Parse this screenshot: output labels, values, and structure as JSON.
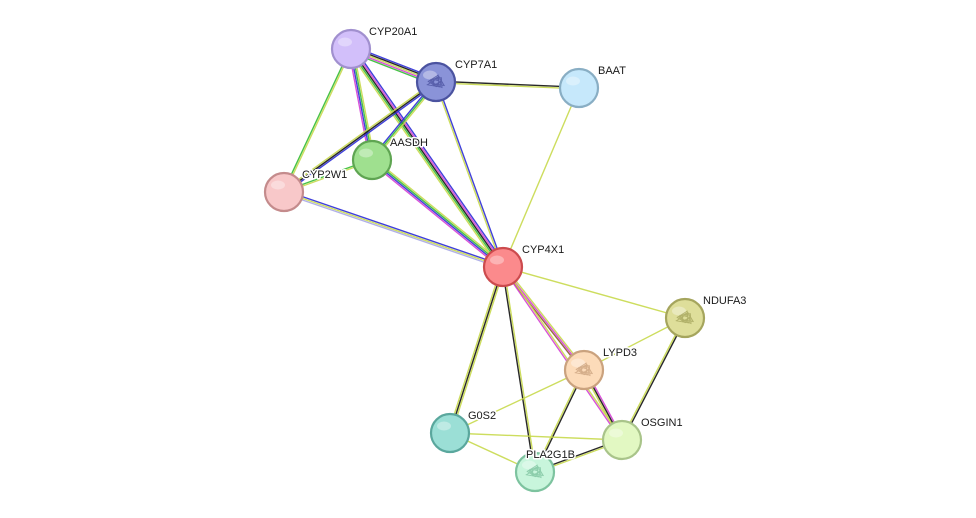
{
  "nodes": [
    {
      "id": "CYP20A1",
      "label": "CYP20A1",
      "color": "#d2bffa",
      "stroke": "#a190cf",
      "glyph": ""
    },
    {
      "id": "CYP7A1",
      "label": "CYP7A1",
      "color": "#8a93d8",
      "stroke": "#4b53a0",
      "glyph": "protein-structure-icon"
    },
    {
      "id": "BAAT",
      "label": "BAAT",
      "color": "#c6e8fb",
      "stroke": "#89aec4",
      "glyph": ""
    },
    {
      "id": "AASDH",
      "label": "AASDH",
      "color": "#9fe08f",
      "stroke": "#5fa552",
      "glyph": ""
    },
    {
      "id": "CYP2W1",
      "label": "CYP2W1",
      "color": "#f8c8c9",
      "stroke": "#c48b8c",
      "glyph": ""
    },
    {
      "id": "CYP4X1",
      "label": "CYP4X1",
      "color": "#fb8a8c",
      "stroke": "#cc4b4e",
      "glyph": ""
    },
    {
      "id": "NDUFA3",
      "label": "NDUFA3",
      "color": "#dede9a",
      "stroke": "#a5a55d",
      "glyph": "protein-structure-icon"
    },
    {
      "id": "LYPD3",
      "label": "LYPD3",
      "color": "#fcdbb9",
      "stroke": "#caa27e",
      "glyph": "protein-structure-icon"
    },
    {
      "id": "G0S2",
      "label": "G0S2",
      "color": "#9bdfd6",
      "stroke": "#5aa79d",
      "glyph": ""
    },
    {
      "id": "OSGIN1",
      "label": "OSGIN1",
      "color": "#e2f8c2",
      "stroke": "#a9c48a",
      "glyph": ""
    },
    {
      "id": "PLA2G1B",
      "label": "PLA2G1B",
      "color": "#c8f5dc",
      "stroke": "#7dc39f",
      "glyph": "protein-structure-icon"
    }
  ],
  "edges": [
    {
      "a": "CYP20A1",
      "b": "CYP7A1",
      "colors": [
        "#2b2bd6",
        "#111111",
        "#c8d94c",
        "#d43fd4",
        "#33bb33"
      ]
    },
    {
      "a": "CYP20A1",
      "b": "AASDH",
      "colors": [
        "#c8d94c",
        "#33bb33",
        "#2b2bd6",
        "#d43fd4"
      ]
    },
    {
      "a": "CYP20A1",
      "b": "CYP4X1",
      "colors": [
        "#2b2bd6",
        "#d43fd4",
        "#111111",
        "#33bb33",
        "#c8d94c"
      ]
    },
    {
      "a": "CYP20A1",
      "b": "CYP2W1",
      "colors": [
        "#c8d94c",
        "#33bb33"
      ]
    },
    {
      "a": "CYP7A1",
      "b": "BAAT",
      "colors": [
        "#111111",
        "#c8d94c"
      ]
    },
    {
      "a": "CYP7A1",
      "b": "AASDH",
      "colors": [
        "#c8d94c",
        "#33bb33",
        "#2b2bd6"
      ]
    },
    {
      "a": "CYP7A1",
      "b": "CYP2W1",
      "colors": [
        "#2b2bd6",
        "#111111",
        "#c8d94c"
      ]
    },
    {
      "a": "CYP7A1",
      "b": "CYP4X1",
      "colors": [
        "#2b2bd6",
        "#c8d94c"
      ]
    },
    {
      "a": "BAAT",
      "b": "CYP4X1",
      "colors": [
        "#c8d94c"
      ]
    },
    {
      "a": "AASDH",
      "b": "CYP2W1",
      "colors": [
        "#c8d94c",
        "#33bb33"
      ]
    },
    {
      "a": "AASDH",
      "b": "CYP4X1",
      "colors": [
        "#c8d94c",
        "#33bb33",
        "#2b2bd6",
        "#d43fd4"
      ]
    },
    {
      "a": "CYP2W1",
      "b": "CYP4X1",
      "colors": [
        "#2b2bd6",
        "#c8d94c",
        "#a8a8e6"
      ]
    },
    {
      "a": "CYP4X1",
      "b": "NDUFA3",
      "colors": [
        "#c8d94c"
      ]
    },
    {
      "a": "CYP4X1",
      "b": "LYPD3",
      "colors": [
        "#c8d94c",
        "#d43fd4",
        "#8a5a2a"
      ]
    },
    {
      "a": "CYP4X1",
      "b": "G0S2",
      "colors": [
        "#c8d94c",
        "#111111",
        "#c8d94c"
      ]
    },
    {
      "a": "CYP4X1",
      "b": "PLA2G1B",
      "colors": [
        "#c8d94c",
        "#111111"
      ]
    },
    {
      "a": "CYP4X1",
      "b": "OSGIN1",
      "colors": [
        "#c8d94c",
        "#d43fd4"
      ]
    },
    {
      "a": "NDUFA3",
      "b": "LYPD3",
      "colors": [
        "#c8d94c"
      ]
    },
    {
      "a": "NDUFA3",
      "b": "OSGIN1",
      "colors": [
        "#111111",
        "#c8d94c"
      ]
    },
    {
      "a": "LYPD3",
      "b": "G0S2",
      "colors": [
        "#c8d94c"
      ]
    },
    {
      "a": "LYPD3",
      "b": "PLA2G1B",
      "colors": [
        "#111111",
        "#c8d94c"
      ]
    },
    {
      "a": "LYPD3",
      "b": "OSGIN1",
      "colors": [
        "#d43fd4",
        "#111111",
        "#c8d94c"
      ]
    },
    {
      "a": "G0S2",
      "b": "PLA2G1B",
      "colors": [
        "#c8d94c"
      ]
    },
    {
      "a": "G0S2",
      "b": "OSGIN1",
      "colors": [
        "#c8d94c"
      ]
    },
    {
      "a": "PLA2G1B",
      "b": "OSGIN1",
      "colors": [
        "#111111",
        "#c8d94c"
      ]
    }
  ]
}
